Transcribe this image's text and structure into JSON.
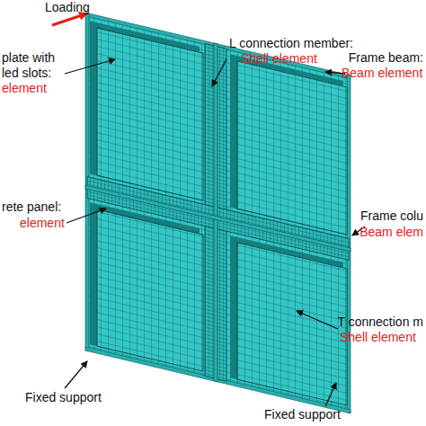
{
  "diagram": {
    "labels": [
      "Loading",
      "plate with",
      "led slots:",
      "element",
      "L connection member:",
      "Shell element",
      "Frame beam:",
      "Beam element",
      "rete panel:",
      "element",
      "Frame colu",
      "Beam elem",
      "Fixed support",
      "T connection m",
      "Shell element",
      "Fixed support"
    ]
  }
}
